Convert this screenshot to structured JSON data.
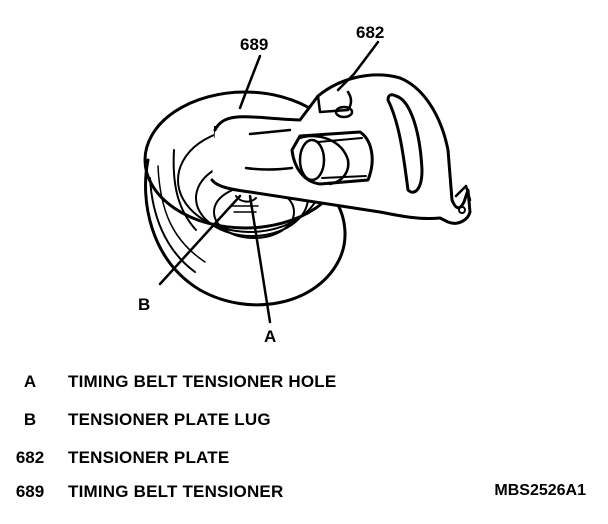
{
  "diagram": {
    "callouts": {
      "c689": "689",
      "c682": "682",
      "cB": "B",
      "cA": "A"
    }
  },
  "legend": [
    {
      "key": "A",
      "description": "TIMING BELT TENSIONER HOLE"
    },
    {
      "key": "B",
      "description": "TENSIONER PLATE LUG"
    },
    {
      "key": "682",
      "description": "TENSIONER PLATE"
    },
    {
      "key": "689",
      "description": "TIMING BELT TENSIONER"
    }
  ],
  "figure_id": "MBS2526A1"
}
